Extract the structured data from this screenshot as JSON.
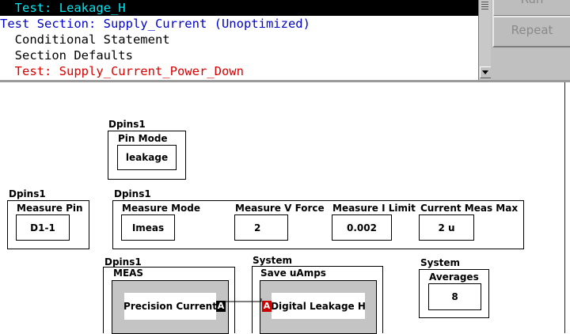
{
  "test_list": {
    "items": [
      {
        "text": "  Test: Leakage_H",
        "color": "#00e5ee",
        "selected": true
      },
      {
        "text": "Test Section: Supply_Current (Unoptimized)",
        "color": "#0000cc",
        "selected": false
      },
      {
        "text": "  Conditional Statement",
        "color": "#000000",
        "selected": false
      },
      {
        "text": "  Section Defaults",
        "color": "#000000",
        "selected": false
      },
      {
        "text": "  Test: Supply_Current_Power_Down",
        "color": "#dd0000",
        "selected": false
      }
    ]
  },
  "buttons": {
    "run": "Run",
    "repeat": "Repeat"
  },
  "diagram": {
    "pin_mode": {
      "owner": "Dpins1",
      "label": "Pin Mode",
      "value": "leakage"
    },
    "measure_pin": {
      "owner": "Dpins1",
      "label": "Measure Pin",
      "value": "D1-1"
    },
    "measure_group": {
      "owner": "Dpins1",
      "mode_label": "Measure Mode",
      "mode_value": "Imeas",
      "vforce_label": "Measure V Force",
      "vforce_value": "2",
      "ilimit_label": "Measure I Limit",
      "ilimit_value": "0.002",
      "curmax_label": "Current Meas Max",
      "curmax_value": "2 u"
    },
    "meas": {
      "owner": "Dpins1",
      "label": "MEAS",
      "block": "Precision Current",
      "port": "A"
    },
    "save": {
      "owner": "System",
      "label": "Save  uAmps",
      "block": "Digital Leakage H",
      "port": "A"
    },
    "averages": {
      "owner": "System",
      "label": "Averages",
      "value": "8"
    }
  },
  "colors": {
    "port_out": "#000000",
    "port_in": "#cc0000",
    "link": "#000000"
  }
}
